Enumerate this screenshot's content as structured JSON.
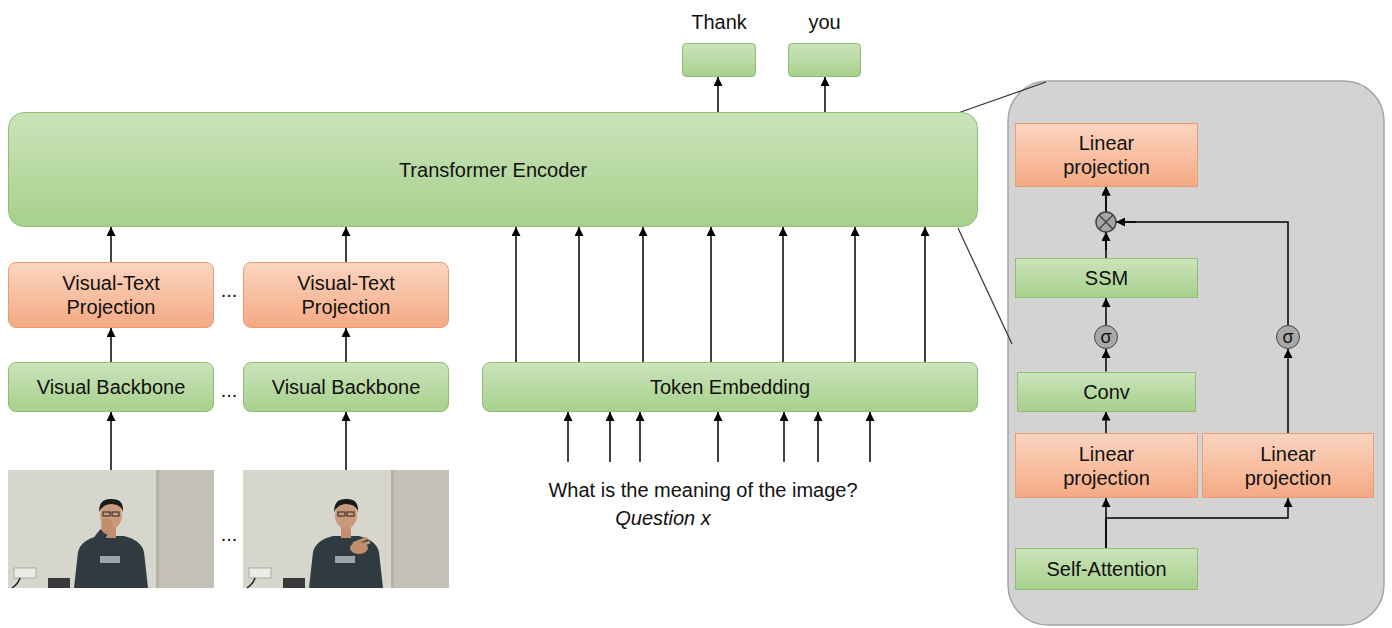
{
  "diagram": {
    "nodes": [
      {
        "text": [
          "Thank"
        ]
      },
      {
        "text": [
          "you"
        ]
      },
      {
        "text": [
          "Transformer Encoder"
        ]
      },
      {
        "text": [
          "Visual-Text Projection"
        ]
      },
      {
        "text": [
          "Visual-Text Projection"
        ]
      },
      {
        "text": [
          "Visual Backbone"
        ]
      },
      {
        "text": [
          "Visual Backbone"
        ]
      },
      {
        "text": [
          "Token Embedding"
        ]
      },
      {
        "text": [
          "Linear projection"
        ]
      },
      {
        "text": [
          "SSM"
        ]
      },
      {
        "text": [
          "σ"
        ]
      },
      {
        "text": [
          "σ"
        ]
      },
      {
        "text": [
          "Conv"
        ]
      },
      {
        "text": [
          "Linear projection"
        ]
      },
      {
        "text": [
          "Linear projection"
        ]
      },
      {
        "text": [
          "Self-Attention"
        ]
      }
    ],
    "edges": [
      {
        "from": 2,
        "to": 0,
        "arrow": "to"
      },
      {
        "from": 2,
        "to": 1,
        "arrow": "to"
      },
      {
        "from": 3,
        "to": 2,
        "arrow": "to"
      },
      {
        "from": 4,
        "to": 2,
        "arrow": "to"
      },
      {
        "from": 5,
        "to": 3,
        "arrow": "to"
      },
      {
        "from": 6,
        "to": 4,
        "arrow": "to"
      },
      {
        "from": 7,
        "to": 2,
        "arrow": "to"
      },
      {
        "from": 7,
        "to": 2,
        "arrow": "to"
      },
      {
        "from": 7,
        "to": 2,
        "arrow": "to"
      },
      {
        "from": 7,
        "to": 2,
        "arrow": "to"
      },
      {
        "from": 7,
        "to": 2,
        "arrow": "to"
      },
      {
        "from": 7,
        "to": 2,
        "arrow": "to"
      },
      {
        "from": 7,
        "to": 2,
        "arrow": "to"
      },
      {
        "from": 9,
        "to": 8,
        "arrow": "to"
      },
      {
        "from": 11,
        "to": 8,
        "arrow": "to"
      },
      {
        "from": 10,
        "to": 9,
        "arrow": "to"
      },
      {
        "from": 12,
        "to": 10,
        "arrow": "to"
      },
      {
        "from": 13,
        "to": 12,
        "arrow": "to"
      },
      {
        "from": 14,
        "to": 11,
        "arrow": "to"
      },
      {
        "from": 15,
        "to": 13,
        "arrow": "to"
      },
      {
        "from": 15,
        "to": 14,
        "arrow": "to"
      }
    ],
    "labels": [
      "...",
      "...",
      "...",
      "What is the meaning of the image?",
      "Question x"
    ]
  }
}
